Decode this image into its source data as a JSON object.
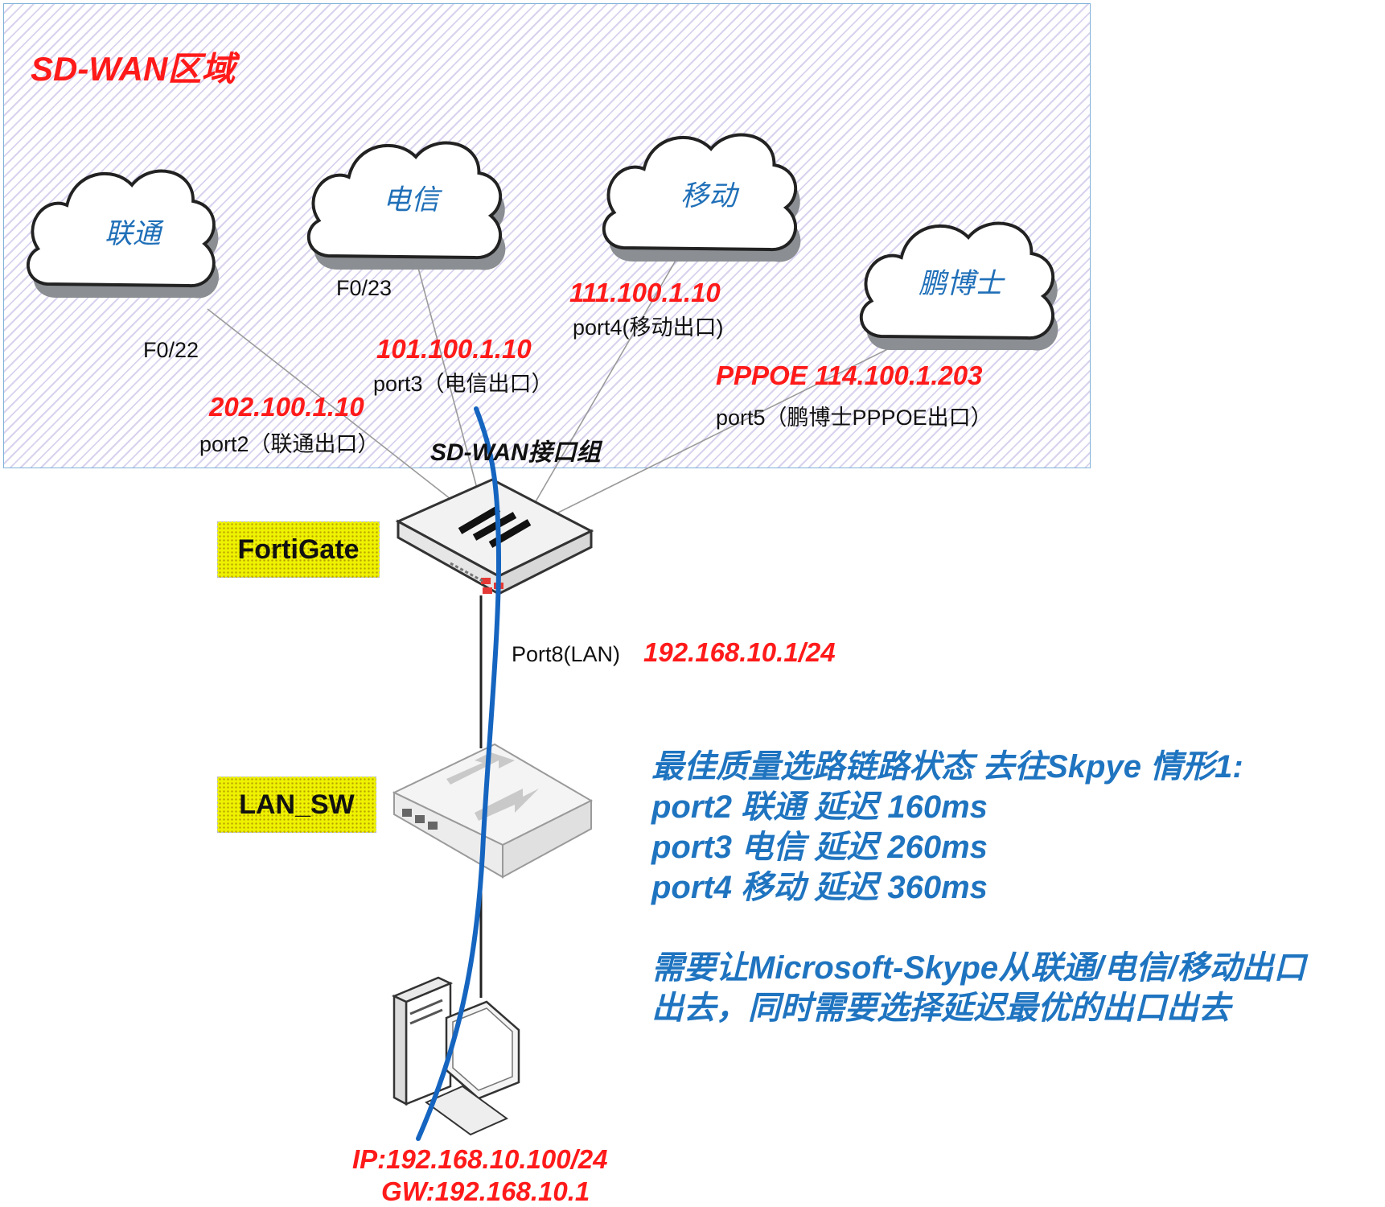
{
  "zone": {
    "title": "SD-WAN区域"
  },
  "clouds": {
    "unicom": "联通",
    "telecom": "电信",
    "mobile": "移动",
    "pengboshi": "鹏博士"
  },
  "ports": {
    "f022": "F0/22",
    "f023": "F0/23",
    "port2_ip": "202.100.1.10",
    "port2_label": "port2（联通出口）",
    "port3_ip": "101.100.1.10",
    "port3_label": "port3（电信出口）",
    "port4_ip": "111.100.1.10",
    "port4_label": "port4(移动出口)",
    "port5_ip": "PPPOE 114.100.1.203",
    "port5_label": "port5（鹏博士PPPOE出口）",
    "sdwan_group": "SD-WAN接口组"
  },
  "devices": {
    "fortigate": "FortiGate",
    "lan_sw": "LAN_SW"
  },
  "lan": {
    "port8_label": "Port8(LAN)",
    "port8_ip": "192.168.10.1/24"
  },
  "pc": {
    "ip": "IP:192.168.10.100/24",
    "gw": "GW:192.168.10.1"
  },
  "info": {
    "line1": "最佳质量选路链路状态 去往Skpye 情形1:",
    "line2": "port2 联通 延迟 160ms",
    "line3": "port3 电信 延迟 260ms",
    "line4": "port4 移动 延迟 360ms",
    "line5": "需要让Microsoft-Skype从联通/电信/移动出口",
    "line6": "出去，同时需要选择延迟最优的出口出去"
  },
  "colors": {
    "accent_red": "#ff1a1a",
    "info_blue": "#1f74c0",
    "path_blue": "#1565c0",
    "tag_yellow": "#eef200"
  }
}
